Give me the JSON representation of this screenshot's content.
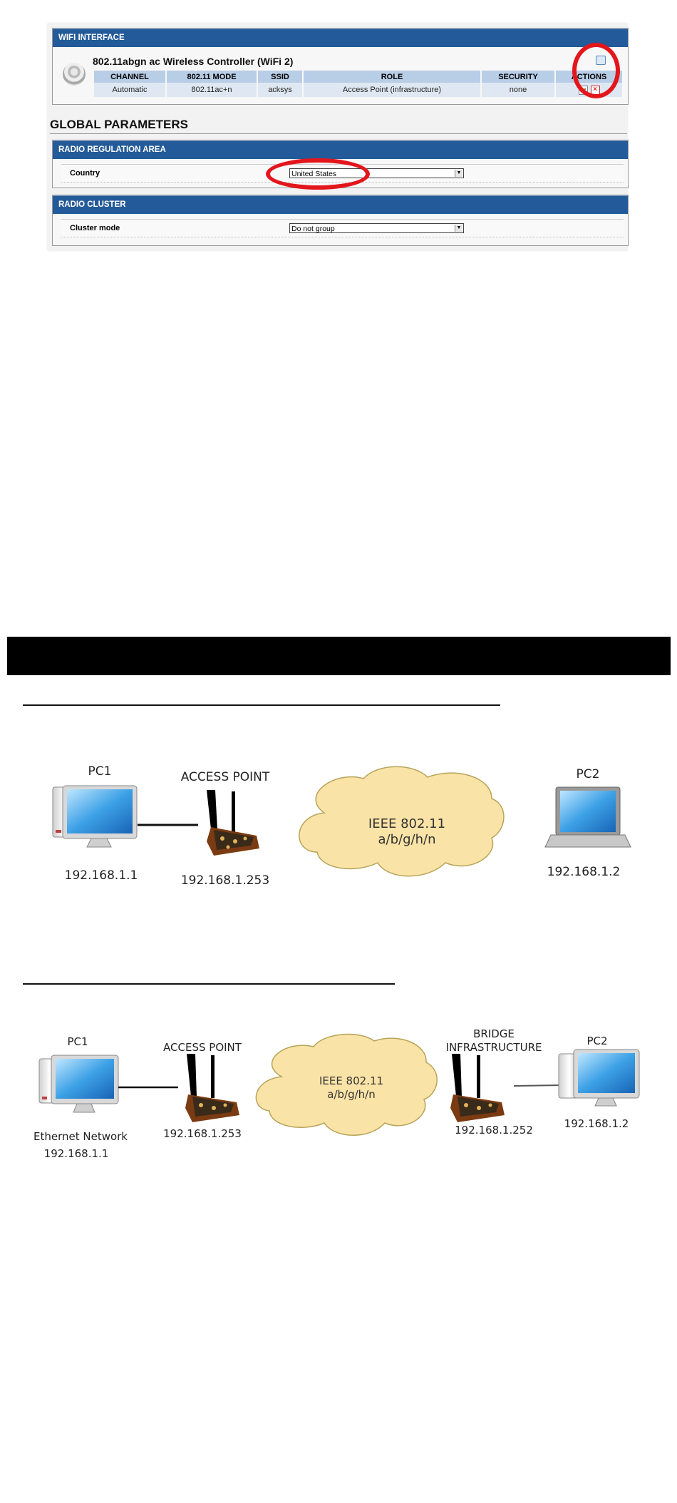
{
  "wifi_interface": {
    "header": "WIFI INTERFACE",
    "controller_title": "802.11abgn ac Wireless Controller (WiFi 2)",
    "columns": [
      "CHANNEL",
      "802.11 MODE",
      "SSID",
      "ROLE",
      "SECURITY",
      "ACTIONS"
    ],
    "row": {
      "channel": "Automatic",
      "mode": "802.11ac+n",
      "ssid": "acksys",
      "role": "Access Point (infrastructure)",
      "security": "none"
    }
  },
  "global_parameters": {
    "title": "GLOBAL PARAMETERS",
    "radio_regulation": {
      "header": "RADIO REGULATION AREA",
      "country_label": "Country",
      "country_value": "United States"
    },
    "radio_cluster": {
      "header": "RADIO CLUSTER",
      "cluster_label": "Cluster mode",
      "cluster_value": "Do not group"
    }
  },
  "diagram1": {
    "pc1_label": "PC1",
    "pc1_ip": "192.168.1.1",
    "ap_label": "ACCESS POINT",
    "ap_ip": "192.168.1.253",
    "cloud_line1": "IEEE 802.11",
    "cloud_line2": "a/b/g/h/n",
    "pc2_label": "PC2",
    "pc2_ip": "192.168.1.2"
  },
  "diagram2": {
    "pc1_label": "PC1",
    "pc1_network": "Ethernet Network",
    "pc1_ip": "192.168.1.1",
    "ap_label": "ACCESS POINT",
    "ap_ip": "192.168.1.253",
    "cloud_line1": "IEEE 802.11",
    "cloud_line2": "a/b/g/h/n",
    "bridge_line1": "BRIDGE",
    "bridge_line2": "INFRASTRUCTURE",
    "bridge_ip": "192.168.1.252",
    "pc2_label": "PC2",
    "pc2_ip": "192.168.1.2"
  },
  "colors": {
    "header_blue": "#235a99",
    "highlight_red": "#e3161c",
    "cloud_fill": "#fae3a6"
  },
  "icons": [
    "wireless-controller-icon",
    "add-icon",
    "edit-icon",
    "delete-icon",
    "desktop-pc-icon",
    "laptop-icon",
    "access-point-board-icon",
    "cloud-icon"
  ]
}
